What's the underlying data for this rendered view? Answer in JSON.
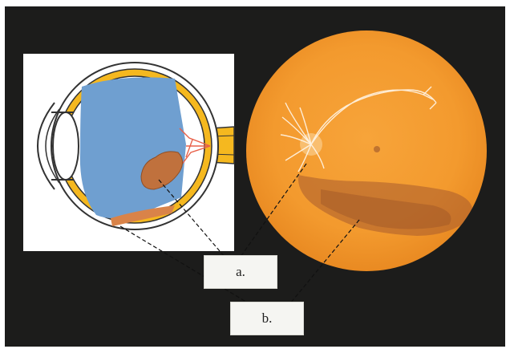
{
  "labels": {
    "a": "a.",
    "b": "b."
  },
  "colors": {
    "frame_background": "#1c1c1b",
    "eye_panel_background": "#ffffff",
    "vitreous": "#6f9fd0",
    "sclera_layer": "#f5b81f",
    "lesion": "#c0713d",
    "fundus": "#f39a2e",
    "vessels": "#fff6e8",
    "label_box": "#f5f5f2",
    "leader_lines": "#111111"
  },
  "icons": {
    "eye_cross_section": "eye-cross-section-diagram",
    "fundus_photo": "retinal-fundus-photograph"
  }
}
